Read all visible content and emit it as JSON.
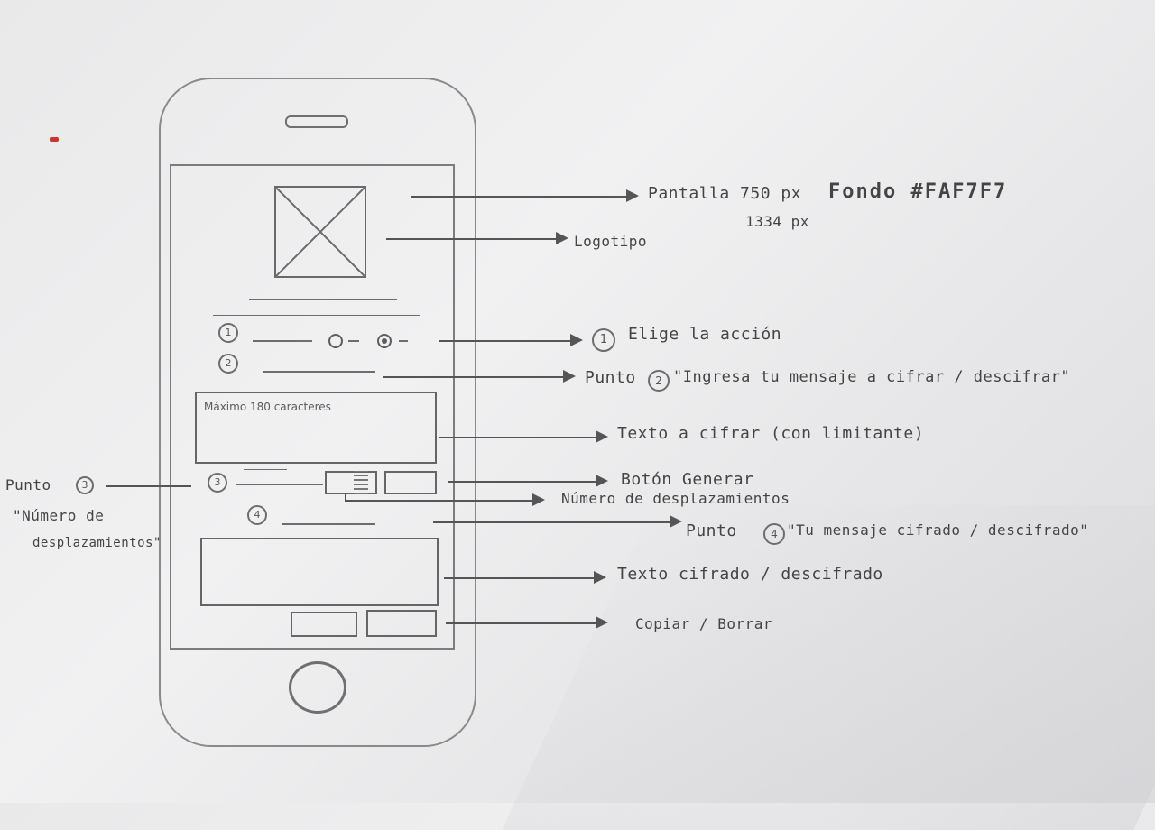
{
  "phone_mockup": {
    "textarea_placeholder": "Máximo 180 caracteres",
    "step_numbers": [
      "1",
      "2",
      "3",
      "4"
    ]
  },
  "annotations": {
    "pantalla": "Pantalla 750 px",
    "fondo": "Fondo #FAF7F7",
    "pantalla_height": "1334 px",
    "logotipo": "Logotipo",
    "elige_accion": "Elige la acción",
    "elige_num": "1",
    "punto2_prefix": "Punto",
    "punto2_num": "2",
    "punto2_text": "\"Ingresa tu mensaje a cifrar / descifrar\"",
    "texto_cifrar": "Texto a cifrar (con limitante)",
    "boton_generar": "Botón Generar",
    "numero_desplazamientos": "Número de desplazamientos",
    "punto4_prefix": "Punto",
    "punto4_num": "4",
    "punto4_text": "\"Tu mensaje cifrado / descifrado\"",
    "texto_cifrado": "Texto cifrado / descifrado",
    "copiar_borrar": "Copiar / Borrar",
    "punto3_prefix": "Punto",
    "punto3_num": "3",
    "punto3_line1": "\"Número de",
    "punto3_line2": "desplazamientos\""
  }
}
